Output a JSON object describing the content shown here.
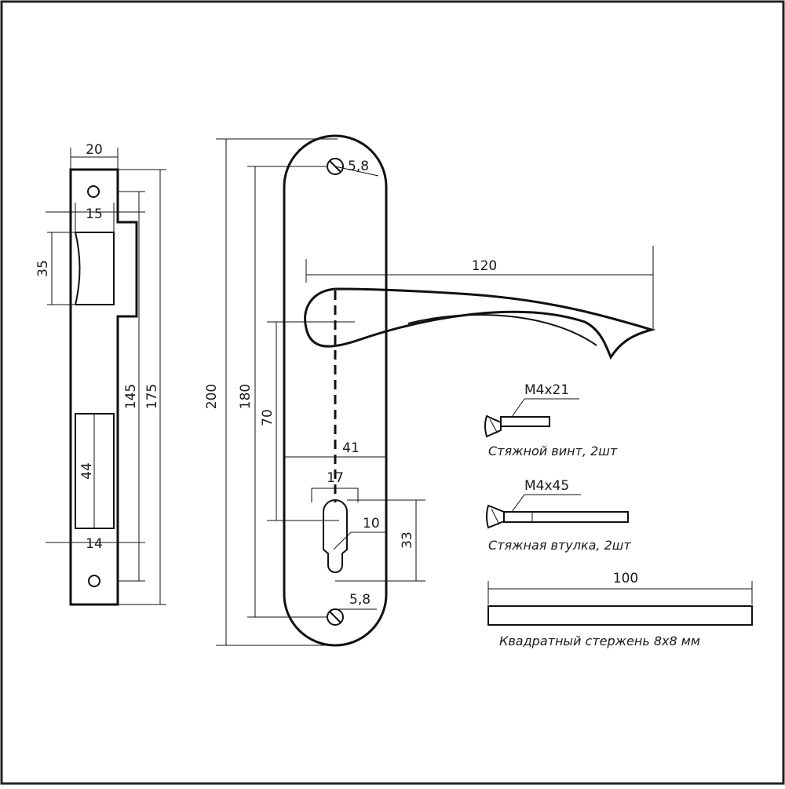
{
  "strike_plate": {
    "width": "20",
    "latch_width": "15",
    "latch_height": "35",
    "mid_height": "145",
    "total_height": "175",
    "bolt_height": "44",
    "bolt_width": "14"
  },
  "faceplate": {
    "total_height": "200",
    "screw_span": "180",
    "handle_to_cylinder": "70",
    "width": "41",
    "cylinder_width": "17",
    "cylinder_radius": "10",
    "cylinder_height": "33",
    "screw_top": "5,8",
    "screw_bottom": "5,8"
  },
  "handle": {
    "length": "120"
  },
  "parts": {
    "screw": {
      "spec": "M4x21",
      "caption": "Стяжной винт, 2шт"
    },
    "sleeve": {
      "spec": "M4x45",
      "caption": "Стяжная втулка, 2шт"
    },
    "spindle": {
      "length": "100",
      "caption": "Квадратный стержень 8x8 мм"
    }
  }
}
